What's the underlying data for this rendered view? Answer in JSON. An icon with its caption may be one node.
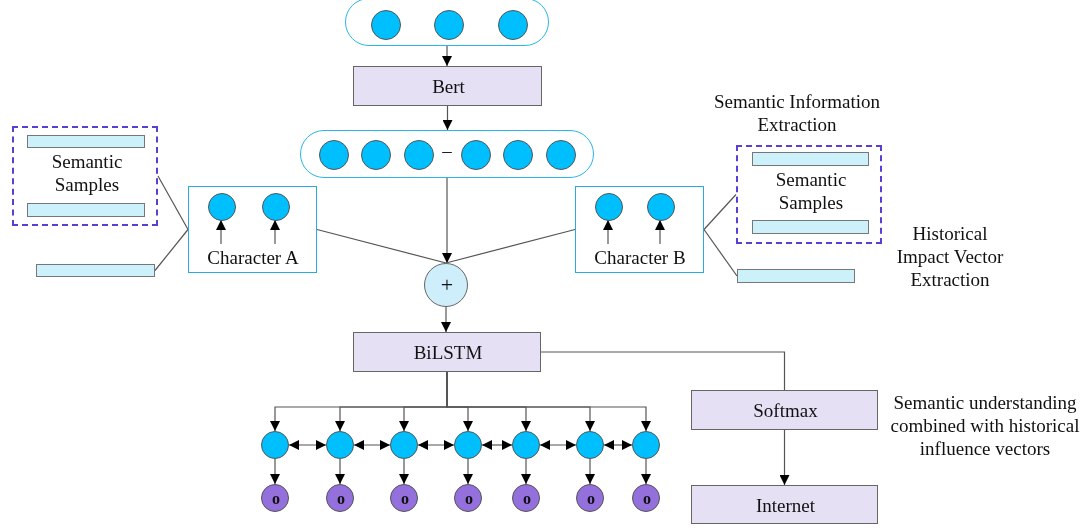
{
  "diagram": {
    "nodes": [
      {
        "text": [],
        "shape": "capsule"
      },
      {
        "text": [
          "Bert"
        ]
      },
      {
        "text": [
          "–"
        ]
      },
      {
        "text": [
          "Semantic Samples"
        ]
      },
      {
        "text": [],
        "shape": "bar",
        "in": 3
      },
      {
        "text": [],
        "shape": "bar",
        "in": 3
      },
      {
        "text": [
          "Character A"
        ]
      },
      {
        "text": [],
        "shape": "circle",
        "in": 6
      },
      {
        "text": [],
        "shape": "circle",
        "in": 6
      },
      {
        "text": [],
        "shape": "bar"
      },
      {
        "text": [
          "Character B"
        ]
      },
      {
        "text": [],
        "shape": "circle",
        "in": 10
      },
      {
        "text": [],
        "shape": "circle",
        "in": 10
      },
      {
        "text": [
          "Semantic Information Extraction",
          "Semantic Samples"
        ]
      },
      {
        "text": [],
        "shape": "bar",
        "in": 13
      },
      {
        "text": [],
        "shape": "bar",
        "in": 13
      },
      {
        "text": [],
        "shape": "bar",
        "beside": [
          "Historical Impact Vector Extraction"
        ]
      },
      {
        "text": [
          "+"
        ]
      },
      {
        "text": [
          "BiLSTM"
        ]
      },
      {
        "text": [],
        "shape": "circle"
      },
      {
        "text": [],
        "shape": "circle"
      },
      {
        "text": [],
        "shape": "circle"
      },
      {
        "text": [],
        "shape": "circle"
      },
      {
        "text": [],
        "shape": "circle"
      },
      {
        "text": [],
        "shape": "circle"
      },
      {
        "text": [],
        "shape": "circle"
      },
      {
        "text": [
          "o"
        ]
      },
      {
        "text": [
          "o"
        ]
      },
      {
        "text": [
          "o"
        ]
      },
      {
        "text": [
          "o"
        ]
      },
      {
        "text": [
          "o"
        ]
      },
      {
        "text": [
          "o"
        ]
      },
      {
        "text": [
          "o"
        ]
      },
      {
        "text": [
          "Softmax"
        ],
        "beside": [
          "Semantic understanding combined with historical influence vectors"
        ]
      },
      {
        "text": [
          "Internet"
        ]
      }
    ],
    "edges": [
      {
        "from": 0,
        "to": 1,
        "arrow": "to"
      },
      {
        "from": 1,
        "to": 2,
        "arrow": "to"
      },
      {
        "from": 3,
        "to": 6,
        "arrow": "none"
      },
      {
        "from": 9,
        "to": 6,
        "arrow": "none"
      },
      {
        "from": null,
        "to": 7,
        "arrow": "to"
      },
      {
        "from": null,
        "to": 8,
        "arrow": "to"
      },
      {
        "from": 10,
        "to": 13,
        "arrow": "none"
      },
      {
        "from": 10,
        "to": 16,
        "arrow": "none"
      },
      {
        "from": null,
        "to": 11,
        "arrow": "to"
      },
      {
        "from": null,
        "to": 12,
        "arrow": "to"
      },
      {
        "from": 2,
        "to": 17,
        "arrow": "to"
      },
      {
        "from": 6,
        "to": 17,
        "arrow": "none"
      },
      {
        "from": 10,
        "to": 17,
        "arrow": "none"
      },
      {
        "from": 17,
        "to": 18,
        "arrow": "to"
      },
      {
        "from": 18,
        "to": 19,
        "arrow": "to"
      },
      {
        "from": 18,
        "to": 20,
        "arrow": "to"
      },
      {
        "from": 18,
        "to": 21,
        "arrow": "to"
      },
      {
        "from": 18,
        "to": 22,
        "arrow": "to"
      },
      {
        "from": 18,
        "to": 23,
        "arrow": "to"
      },
      {
        "from": 18,
        "to": 24,
        "arrow": "to"
      },
      {
        "from": 18,
        "to": 25,
        "arrow": "to"
      },
      {
        "from": 19,
        "to": 20,
        "arrow": "both"
      },
      {
        "from": 20,
        "to": 21,
        "arrow": "both"
      },
      {
        "from": 21,
        "to": 22,
        "arrow": "both"
      },
      {
        "from": 22,
        "to": 23,
        "arrow": "both"
      },
      {
        "from": 23,
        "to": 24,
        "arrow": "both"
      },
      {
        "from": 24,
        "to": 25,
        "arrow": "both"
      },
      {
        "from": 19,
        "to": 26,
        "arrow": "to"
      },
      {
        "from": 20,
        "to": 27,
        "arrow": "to"
      },
      {
        "from": 21,
        "to": 28,
        "arrow": "to"
      },
      {
        "from": 22,
        "to": 29,
        "arrow": "to"
      },
      {
        "from": 23,
        "to": 30,
        "arrow": "to"
      },
      {
        "from": 24,
        "to": 31,
        "arrow": "to"
      },
      {
        "from": 25,
        "to": 32,
        "arrow": "to"
      },
      {
        "from": 18,
        "to": 33,
        "arrow": "none"
      },
      {
        "from": 33,
        "to": 34,
        "arrow": "to"
      }
    ]
  }
}
